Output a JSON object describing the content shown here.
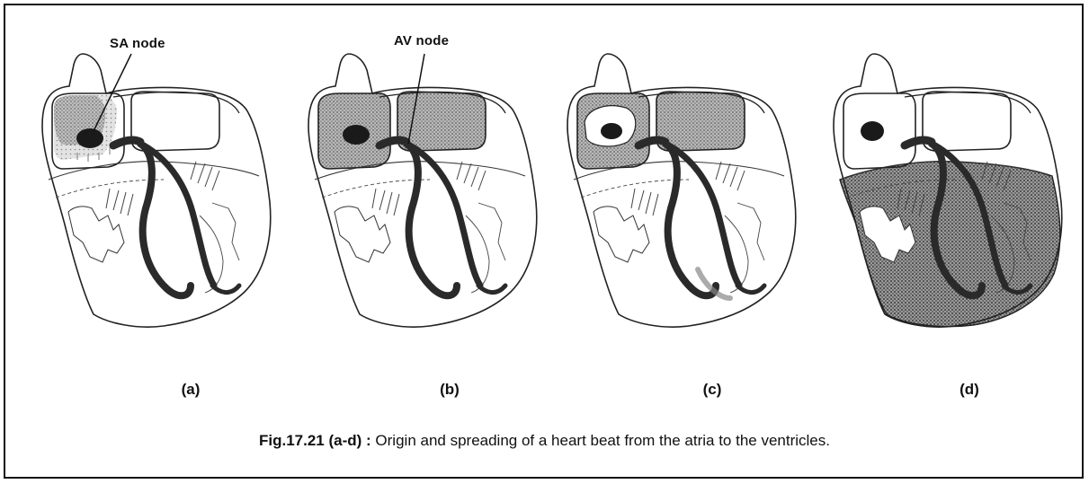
{
  "annotations": {
    "sa_node": "SA node",
    "av_node": "AV node"
  },
  "panels": [
    {
      "label": "(a)",
      "stage": "atria-begin"
    },
    {
      "label": "(b)",
      "stage": "atria-full"
    },
    {
      "label": "(c)",
      "stage": "atria-clear"
    },
    {
      "label": "(d)",
      "stage": "ventricles"
    }
  ],
  "caption": {
    "figure": "Fig.17.21 (a-d)",
    "separator": " : ",
    "text": "Origin and spreading of a heart beat from the atria to the ventricles."
  },
  "colors": {
    "stipple": "#8a8a8a",
    "node": "#1a1a1a",
    "outline": "#222222"
  },
  "icons": {
    "sa_node": "sa-node-dot-icon",
    "conduction": "conduction-bundle-icon"
  }
}
